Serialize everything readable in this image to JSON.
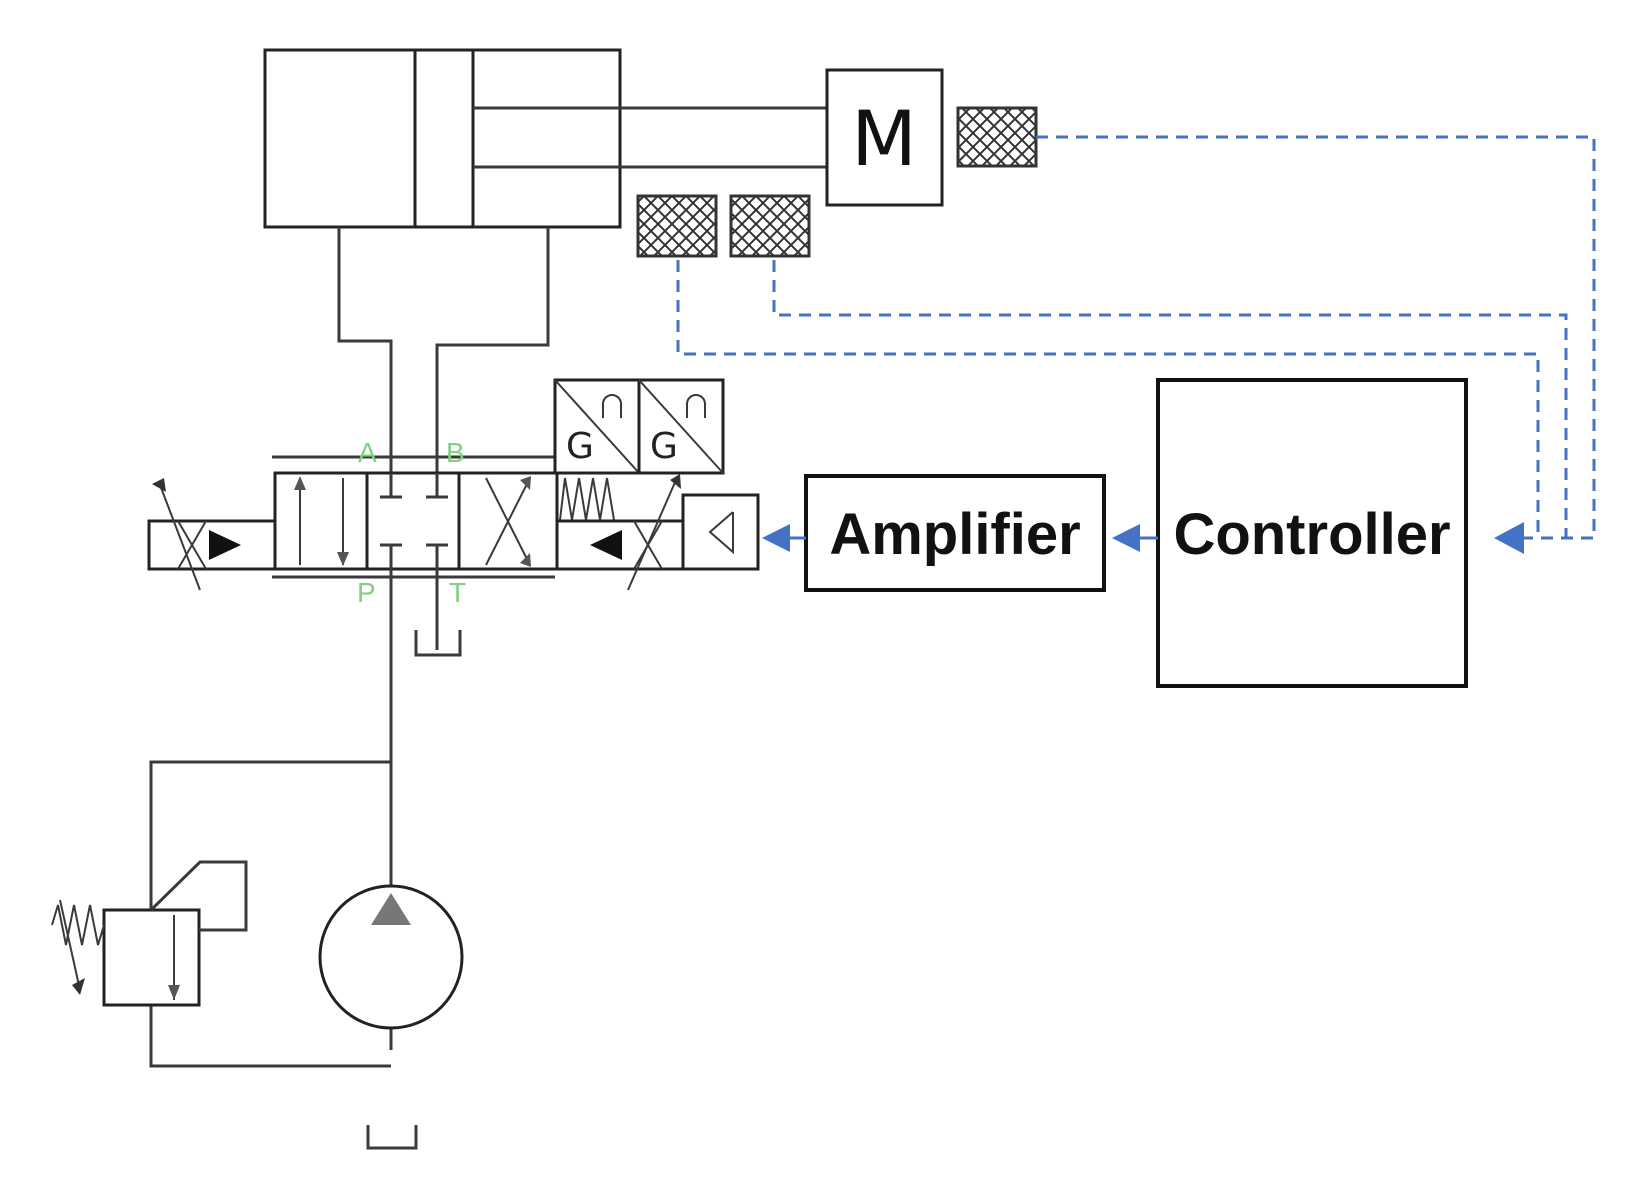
{
  "motor_label": "M",
  "valve_ports": {
    "a": "A",
    "b": "B",
    "p": "P",
    "t": "T"
  },
  "solenoid_label": "G",
  "amplifier_label": "Amplifier",
  "controller_label": "Controller",
  "colors": {
    "signal": "#4472c4",
    "port_label": "#7ed27e",
    "line": "#3a3a3a"
  }
}
